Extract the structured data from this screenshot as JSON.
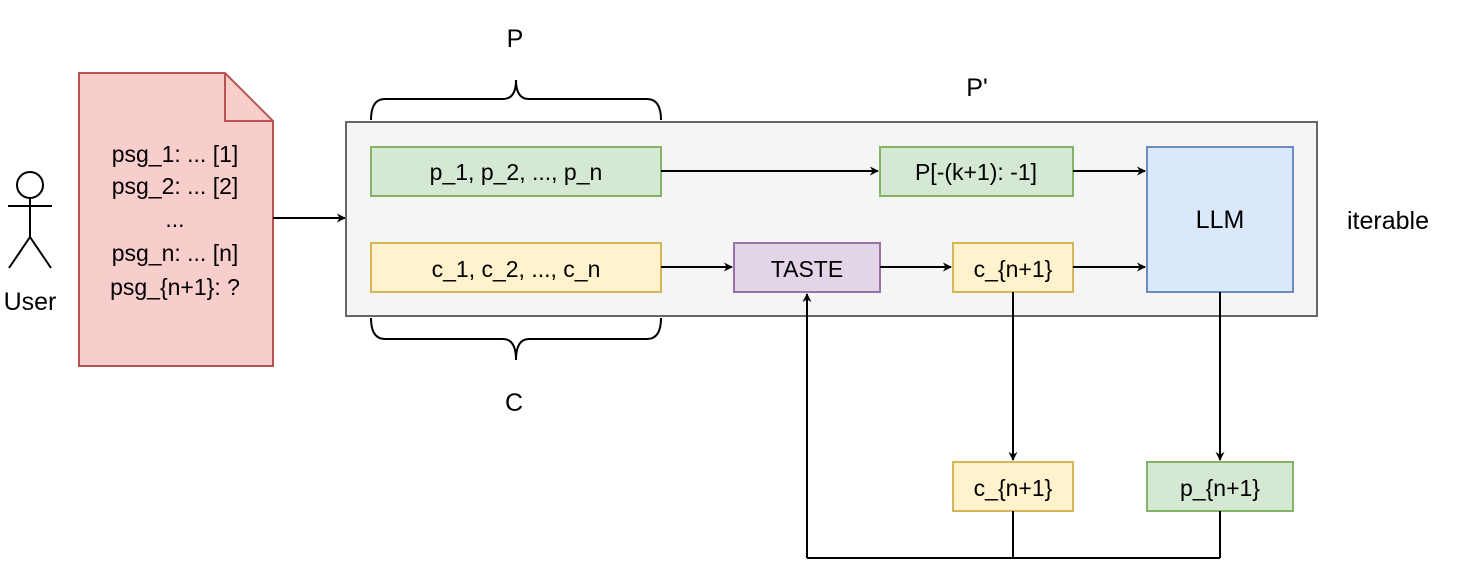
{
  "actor": {
    "label": "User",
    "icon": "stick-figure-user-icon"
  },
  "document": {
    "icon": "dog-eared-document",
    "lines": [
      "psg_1: ... [1]",
      "psg_2: ... [2]",
      "...",
      "psg_n: ... [n]",
      "psg_{n+1}: ?"
    ]
  },
  "braces": {
    "top_label": "P",
    "bottom_label": "C"
  },
  "container": {
    "top_label": "P'",
    "side_label": "iterable"
  },
  "nodes": {
    "p_list": "p_1, p_2, ..., p_n",
    "p_slice": "P[-(k+1): -1]",
    "llm": "LLM",
    "c_list": "c_1, c_2, ..., c_n",
    "taste": "TASTE",
    "c_next": "c_{n+1}",
    "c_out": "c_{n+1}",
    "p_out": "p_{n+1}"
  },
  "colors": {
    "green_fill": "#d5e8d4",
    "green_stroke": "#82b366",
    "yellow_fill": "#fff2cc",
    "yellow_stroke": "#d6b656",
    "purple_fill": "#e1d5e7",
    "purple_stroke": "#9673a6",
    "blue_fill": "#dae8fc",
    "blue_stroke": "#6c8ebf",
    "red_fill": "#f8cecc",
    "red_stroke": "#b85450",
    "container_fill": "#f5f5f5",
    "container_stroke": "#666666"
  }
}
